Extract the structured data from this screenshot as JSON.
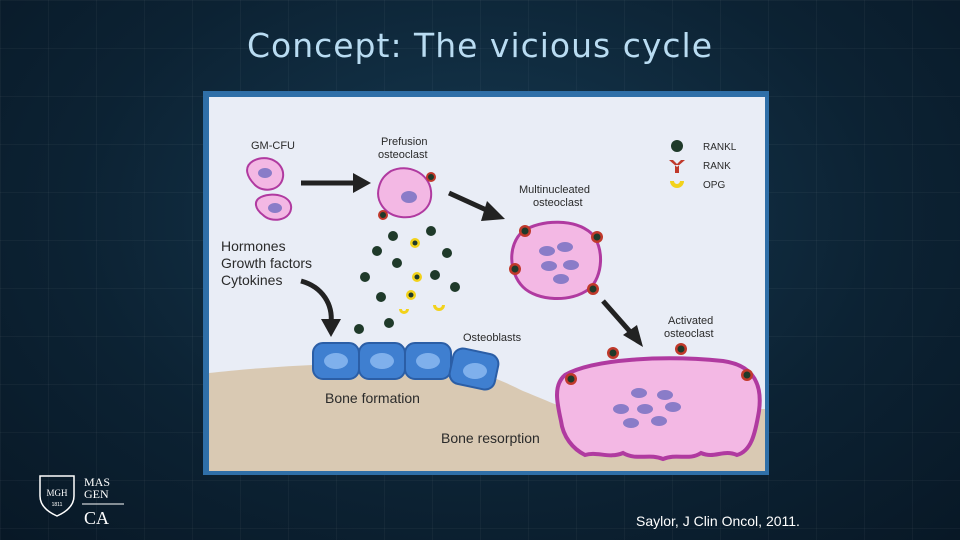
{
  "slide": {
    "title": "Concept: The vicious cycle",
    "citation": "Saylor, J Clin Oncol, 2011."
  },
  "logo": {
    "crest_text": "MGH",
    "crest_year": "1811",
    "line1": "MAS",
    "line2": "GEN",
    "line3": "CA"
  },
  "diagram": {
    "labels": {
      "gm_cfu": "GM-CFU",
      "prefusion_1": "Prefusion",
      "prefusion_2": "osteoclast",
      "multi_1": "Multinucleated",
      "multi_2": "osteoclast",
      "activated_1": "Activated",
      "activated_2": "osteoclast",
      "hormones": "Hormones",
      "growth": "Growth factors",
      "cytokines": "Cytokines",
      "osteoblasts": "Osteoblasts",
      "bone_formation": "Bone formation",
      "bone_resorption": "Bone resorption"
    },
    "legend": [
      {
        "name": "RANKL",
        "color": "#1f3a2a"
      },
      {
        "name": "RANK",
        "color": "#c0392b"
      },
      {
        "name": "OPG",
        "color": "#f2d21b"
      }
    ],
    "colors": {
      "background": "#e9edf6",
      "bone": "#d9c9b3",
      "osteoclast_fill": "#f3b8e4",
      "osteoclast_stroke": "#b03aa0",
      "nucleus": "#8a7cc8",
      "osteoblast": "#3f7fd0"
    }
  }
}
